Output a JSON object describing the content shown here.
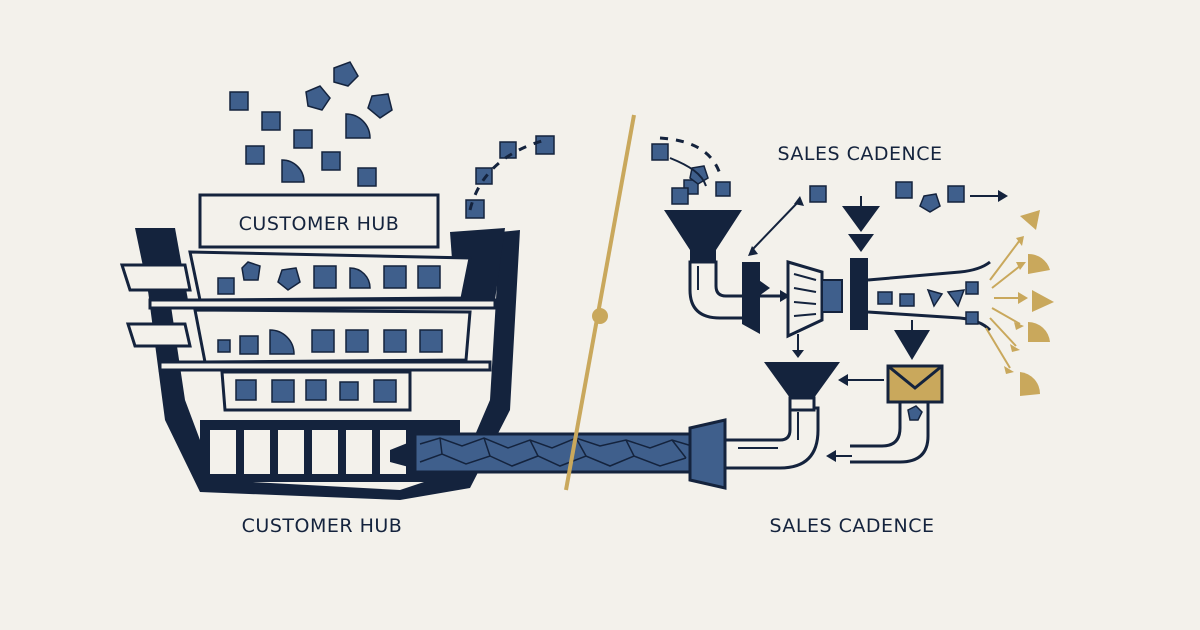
{
  "labels": {
    "hub_sign": "CUSTOMER HUB",
    "hub_caption": "CUSTOMER HUB",
    "cadence_top": "SALES CADENCE",
    "cadence_caption": "SALES CADENCE"
  },
  "colors": {
    "background": "#f3f1eb",
    "ink": "#14233d",
    "blue": "#3f5f8c",
    "gold": "#c9a85c"
  }
}
